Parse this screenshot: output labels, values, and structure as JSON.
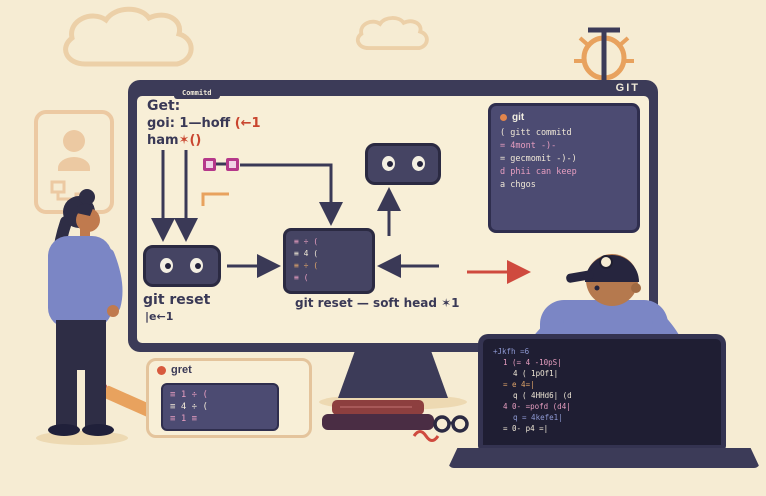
{
  "palette": {
    "background": "#f6ecd3",
    "frame_dark": "#3c3b58",
    "panel_dark": "#4c4b72",
    "node_dark": "#454463",
    "accent_red": "#c9452e",
    "accent_orange": "#e8a25e",
    "accent_magenta": "#b5388a",
    "accent_pink": "#e79ec0",
    "shirt_blue": "#7b86c5",
    "skin": "#b5794e",
    "cream_text": "#efe7d6"
  },
  "monitor": {
    "brand": "GIT",
    "tab": "Commitd",
    "annotation": {
      "line1": "Get:",
      "line2_main": "goi: 1—hoff ",
      "line2_accent": "(←1",
      "line3_main": "ham",
      "line3_accent": "✶()"
    },
    "git_panel": {
      "title": "git",
      "lines": [
        "( gitt commitd",
        "= 4mont -)-",
        "= gecmomit -)-)",
        "d phii can keep",
        "a chgos"
      ]
    },
    "center_panel_lines": [
      "≡ ÷ (",
      "≡ 4 (",
      "≡ ÷ (",
      "≡ ("
    ],
    "labels": {
      "left": "git reset",
      "left_sub": "|e←1",
      "center": "git reset — soft head ✶1"
    }
  },
  "popup": {
    "title": "gret",
    "lines": [
      "≡ 1 ÷ (",
      "≡ 4 ÷ (",
      "≡ 1 ≡"
    ]
  },
  "laptop": {
    "lines": [
      "+Jkfh =6",
      "1 (= 4 -10pS|",
      "4 ( 1pOf1|",
      "= e 4=|",
      "q ( 4HHd6| (d",
      "4 0- =pofd (d4|",
      "q = 4kefe1|",
      "= 0- p4 =|"
    ]
  }
}
